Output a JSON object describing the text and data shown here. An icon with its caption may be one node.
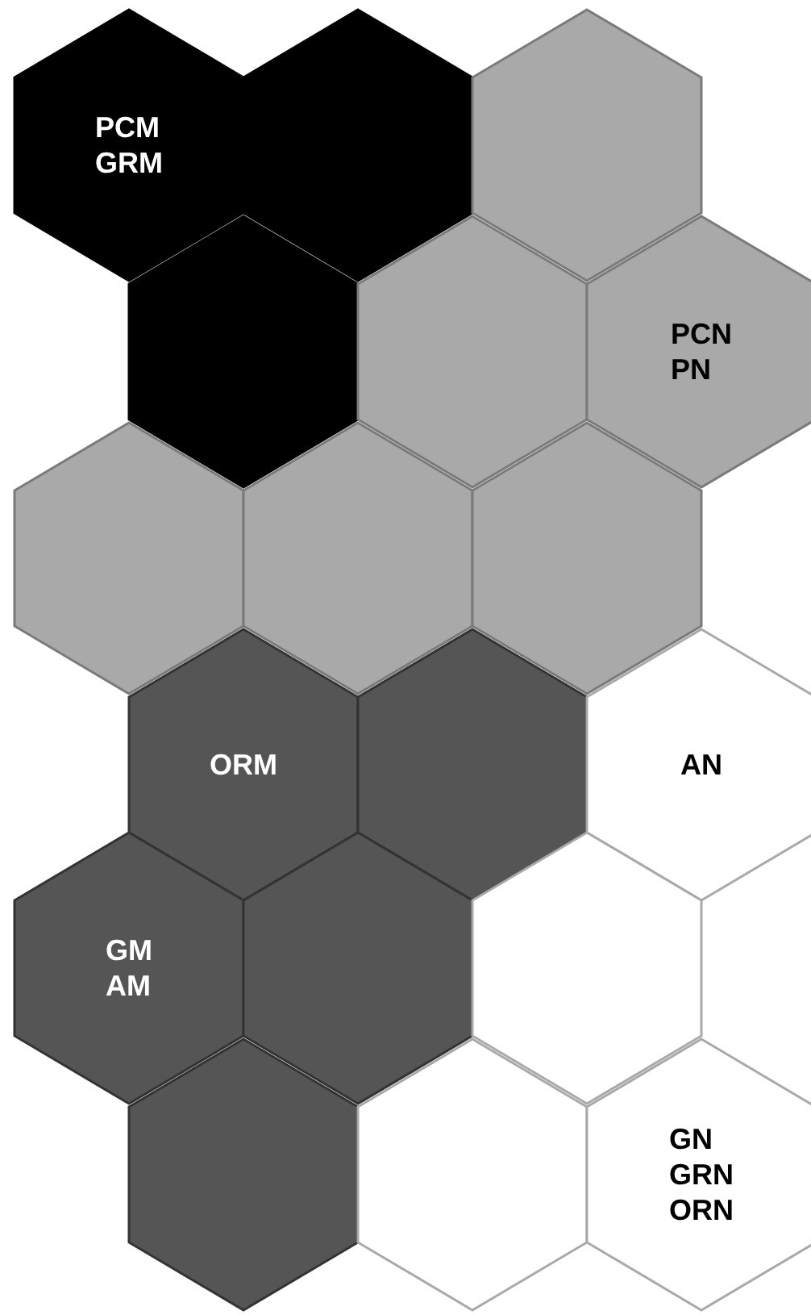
{
  "diagram": {
    "nodes": [
      {
        "text": [
          "PCM",
          "GRM"
        ]
      },
      {
        "text": [],
        "shape": "hexagon"
      },
      {
        "text": [],
        "shape": "hexagon"
      },
      {
        "text": [],
        "shape": "hexagon"
      },
      {
        "text": [],
        "shape": "hexagon"
      },
      {
        "text": [
          "PCN",
          "PN"
        ]
      },
      {
        "text": [],
        "shape": "hexagon"
      },
      {
        "text": [],
        "shape": "hexagon"
      },
      {
        "text": [],
        "shape": "hexagon"
      },
      {
        "text": [
          "ORM"
        ]
      },
      {
        "text": [],
        "shape": "hexagon"
      },
      {
        "text": [
          "AN"
        ]
      },
      {
        "text": [
          "GM",
          "AM"
        ]
      },
      {
        "text": [],
        "shape": "hexagon"
      },
      {
        "text": [],
        "shape": "hexagon"
      },
      {
        "text": [],
        "shape": "hexagon"
      },
      {
        "text": [],
        "shape": "hexagon"
      },
      {
        "text": [
          "GN",
          "GRN",
          "ORN"
        ]
      }
    ]
  }
}
